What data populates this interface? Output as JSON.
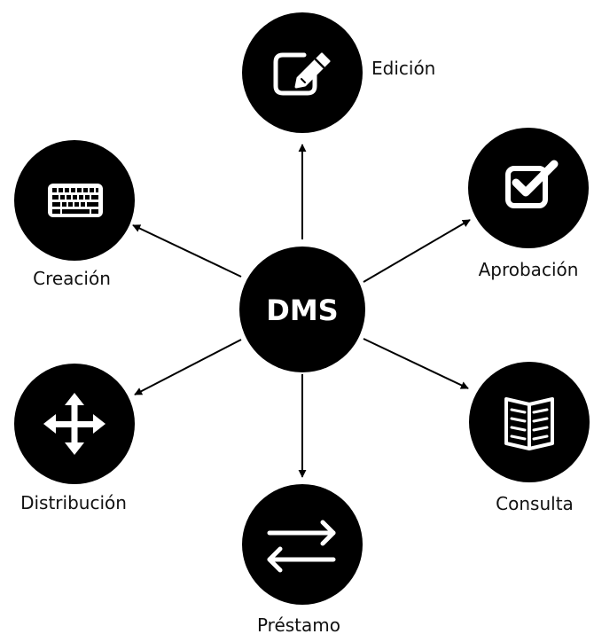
{
  "center": {
    "label": "DMS"
  },
  "nodes": [
    {
      "key": "edicion",
      "label": "Edición",
      "icon": "edit-square-icon"
    },
    {
      "key": "aprobacion",
      "label": "Aprobación",
      "icon": "checkbox-checked-icon"
    },
    {
      "key": "consulta",
      "label": "Consulta",
      "icon": "open-book-icon"
    },
    {
      "key": "prestamo",
      "label": "Préstamo",
      "icon": "swap-arrows-icon"
    },
    {
      "key": "distribucion",
      "label": "Distribución",
      "icon": "move-arrows-icon"
    },
    {
      "key": "creacion",
      "label": "Creación",
      "icon": "keyboard-icon"
    }
  ],
  "colors": {
    "node": "#000000",
    "icon": "#ffffff",
    "text": "#111111",
    "background": "#ffffff"
  }
}
